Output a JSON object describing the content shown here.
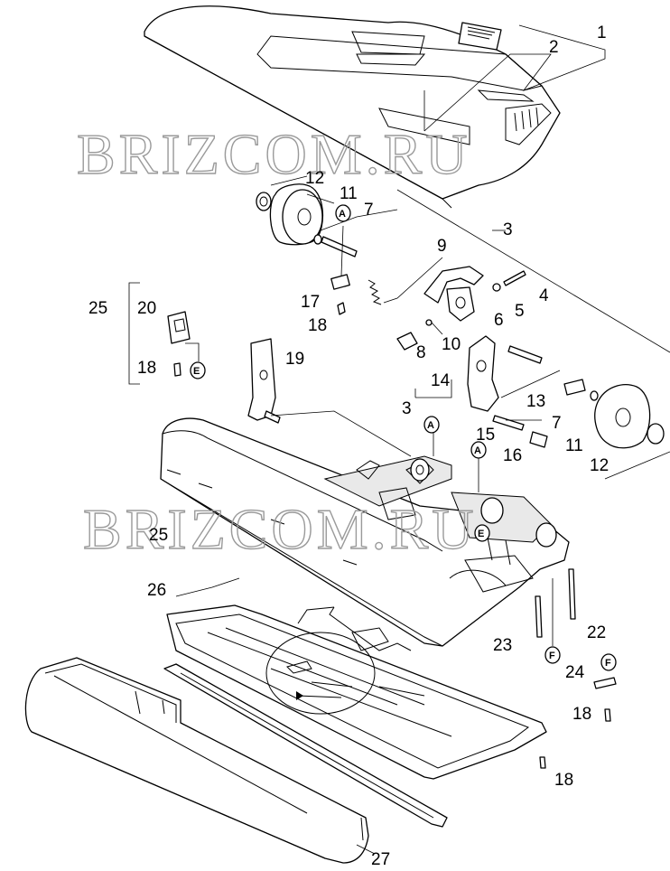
{
  "watermark": "BRIZCOM.RU",
  "labels": {
    "n1": "1",
    "n2": "2",
    "n3a": "3",
    "n3b": "3",
    "n4": "4",
    "n5": "5",
    "n6": "6",
    "n7a": "7",
    "n7b": "7",
    "n8": "8",
    "n9": "9",
    "n10": "10",
    "n11a": "11",
    "n11b": "11",
    "n12a": "12",
    "n12b": "12",
    "n13": "13",
    "n14": "14",
    "n15": "15",
    "n16": "16",
    "n17": "17",
    "n18a": "18",
    "n18b": "18",
    "n18c": "18",
    "n18d": "18",
    "n19": "19",
    "n20": "20",
    "n22": "22",
    "n23": "23",
    "n24": "24",
    "n25a": "25",
    "n25b": "25",
    "n26": "26",
    "n27": "27"
  },
  "callouts": {
    "a1": "A",
    "a2": "A",
    "a3": "A",
    "e1": "E",
    "e2": "E",
    "f1": "F",
    "f2": "F"
  }
}
